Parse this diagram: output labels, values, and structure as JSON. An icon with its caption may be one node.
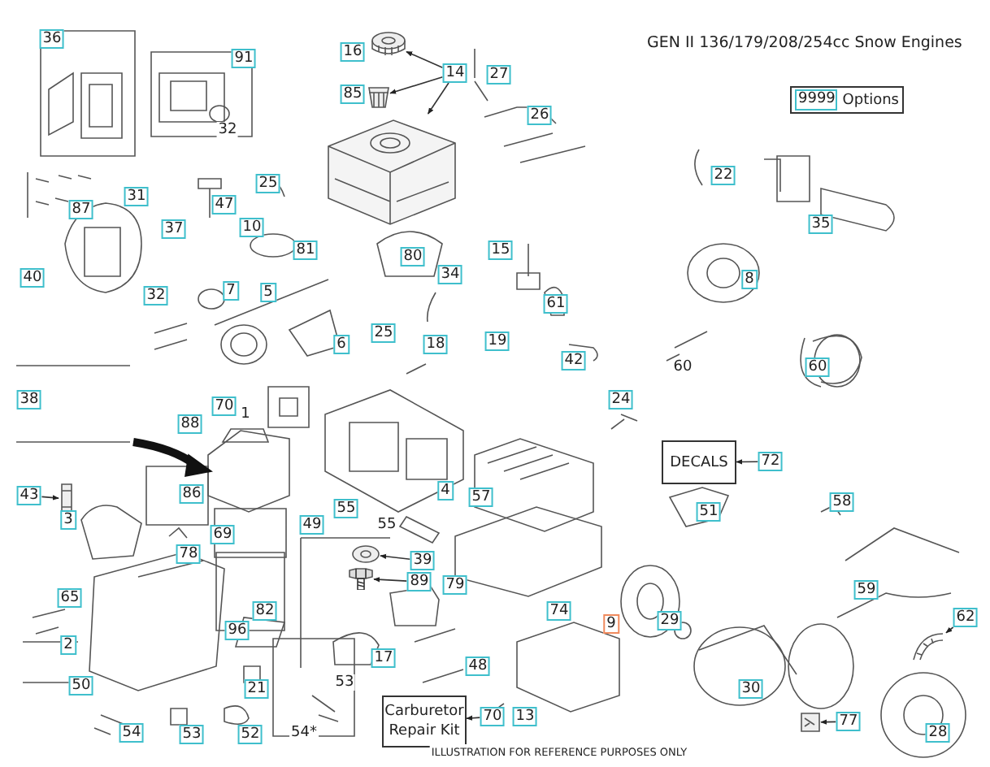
{
  "diagram": {
    "title": "GEN II 136/179/208/254cc Snow Engines",
    "nodes": [
      {
        "text": [
          "36"
        ]
      },
      {
        "text": [
          "91"
        ]
      },
      {
        "text": [
          "16"
        ]
      },
      {
        "text": [],
        "shape": "picture"
      },
      {
        "text": [
          "14"
        ]
      },
      {
        "text": [
          "27"
        ]
      },
      {
        "text": [
          "85"
        ]
      },
      {
        "text": [],
        "shape": "picture"
      },
      {
        "text": [
          "9999",
          "Options"
        ]
      },
      {
        "text": [],
        "shape": "picture"
      },
      {
        "text": [
          "26"
        ]
      },
      {
        "text": [
          "87"
        ]
      },
      {
        "text": [
          "31"
        ]
      },
      {
        "text": [
          "47"
        ]
      },
      {
        "text": [
          "25"
        ]
      },
      {
        "text": [
          "22"
        ]
      },
      {
        "text": [
          "37"
        ]
      },
      {
        "text": [
          "10"
        ]
      },
      {
        "text": [
          "35"
        ]
      },
      {
        "text": [
          "81"
        ]
      },
      {
        "text": [
          "80"
        ]
      },
      {
        "text": [
          "15"
        ]
      },
      {
        "text": [
          "40"
        ]
      },
      {
        "text": [
          "32"
        ]
      },
      {
        "text": [
          "7"
        ]
      },
      {
        "text": [
          "5"
        ]
      },
      {
        "text": [
          "34"
        ]
      },
      {
        "text": [
          "61"
        ]
      },
      {
        "text": [
          "8"
        ]
      },
      {
        "text": [
          "6"
        ]
      },
      {
        "text": [
          "25"
        ]
      },
      {
        "text": [
          "18"
        ]
      },
      {
        "text": [
          "19"
        ]
      },
      {
        "text": [
          "42"
        ]
      },
      {
        "text": [
          "60"
        ]
      },
      {
        "text": [
          "38"
        ]
      },
      {
        "text": [
          "88"
        ]
      },
      {
        "text": [
          "70"
        ]
      },
      {
        "text": [
          "24"
        ]
      },
      {
        "text": [
          "DECALS"
        ]
      },
      {
        "text": [
          "72"
        ]
      },
      {
        "text": [
          "43"
        ]
      },
      {
        "text": [],
        "shape": "picture"
      },
      {
        "text": [
          "86"
        ]
      },
      {
        "text": [
          "55"
        ]
      },
      {
        "text": [
          "4"
        ]
      },
      {
        "text": [
          "57"
        ]
      },
      {
        "text": [
          "51"
        ]
      },
      {
        "text": [
          "58"
        ]
      },
      {
        "text": [
          "3"
        ]
      },
      {
        "text": [
          "49"
        ]
      },
      {
        "text": [
          "69"
        ]
      },
      {
        "text": [
          "78"
        ]
      },
      {
        "text": [],
        "shape": "picture"
      },
      {
        "text": [
          "39"
        ]
      },
      {
        "text": [],
        "shape": "picture"
      },
      {
        "text": [
          "89"
        ]
      },
      {
        "text": [
          "79"
        ]
      },
      {
        "text": [
          "59"
        ]
      },
      {
        "text": [
          "65"
        ]
      },
      {
        "text": [
          "82"
        ]
      },
      {
        "text": [
          "74"
        ]
      },
      {
        "text": [
          "9"
        ]
      },
      {
        "text": [
          "29"
        ]
      },
      {
        "text": [
          "62"
        ]
      },
      {
        "text": [
          "96"
        ]
      },
      {
        "text": [
          "2"
        ]
      },
      {
        "text": [],
        "shape": "picture"
      },
      {
        "text": [
          "17"
        ]
      },
      {
        "text": [
          "48"
        ]
      },
      {
        "text": [
          "50"
        ]
      },
      {
        "text": [
          "21"
        ]
      },
      {
        "text": [
          "30"
        ]
      },
      {
        "text": [
          "54"
        ]
      },
      {
        "text": [
          "53"
        ]
      },
      {
        "text": [
          "52"
        ]
      },
      {
        "text": [
          "Carburetor Repair Kit"
        ]
      },
      {
        "text": [
          "70"
        ]
      },
      {
        "text": [
          "13"
        ]
      },
      {
        "text": [],
        "shape": "picture"
      },
      {
        "text": [
          "77"
        ]
      },
      {
        "text": [
          "28"
        ]
      }
    ],
    "edges": [
      {
        "from": 4,
        "to": 3,
        "arrow": "to"
      },
      {
        "from": 4,
        "to": 7,
        "arrow": "to"
      },
      {
        "from": 4,
        "to": 9,
        "arrow": "to"
      },
      {
        "from": 40,
        "to": 39,
        "arrow": "to"
      },
      {
        "from": 77,
        "to": 76,
        "arrow": "to"
      },
      {
        "from": 41,
        "to": 42,
        "arrow": "to"
      },
      {
        "from": 54,
        "to": 53,
        "arrow": "to"
      },
      {
        "from": 56,
        "to": 55,
        "arrow": "to"
      },
      {
        "from": 64,
        "to": 67,
        "arrow": "to"
      },
      {
        "from": 80,
        "to": 79,
        "arrow": "to"
      }
    ],
    "labels": [
      "32",
      "60",
      "1",
      "55",
      "53",
      "54*",
      "ILLUSTRATION FOR REFERENCE PURPOSES ONLY"
    ]
  }
}
